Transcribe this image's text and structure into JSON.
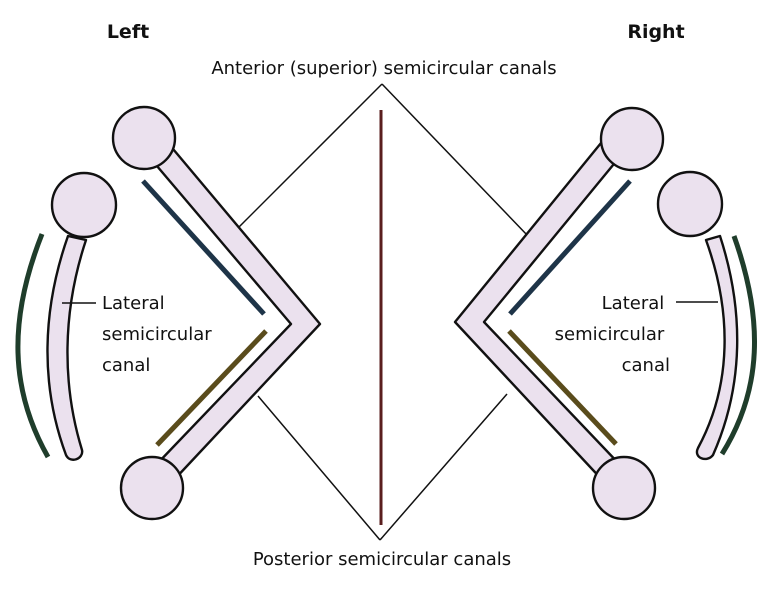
{
  "labels": {
    "left": "Left",
    "right": "Right",
    "anterior": "Anterior (superior) semicircular canals",
    "posterior": "Posterior semicircular canals",
    "lateral_left": [
      "Lateral",
      "semicircular",
      "canal"
    ],
    "lateral_right": [
      "Lateral",
      "semicircular",
      "canal"
    ]
  },
  "colors": {
    "canal_fill": "#ebe1ee",
    "outline": "#111111",
    "anterior_plane": "#1e3448",
    "posterior_plane": "#5a4c1c",
    "lateral_plane": "#1f3d2b",
    "midline": "#5a1e1e"
  }
}
